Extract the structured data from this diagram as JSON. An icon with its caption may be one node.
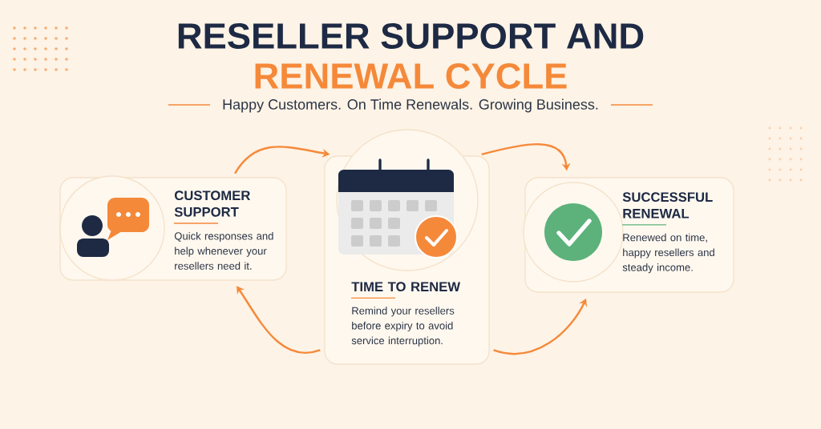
{
  "diagram": {
    "title": "RESELLER SUPPORT AND",
    "nodes": [
      {
        "text": [
          "CUSTOMER SUPPORT",
          "Quick responses and help whenever your resellers need it."
        ]
      },
      {
        "text": [
          "TIME TO RENEW",
          "Remind your resellers before expiry to avoid service interruption."
        ]
      },
      {
        "text": [
          "SUCCESSFUL RENEWAL",
          "Renewed on time, happy resellers and steady income."
        ]
      }
    ],
    "edges": [
      {
        "from": 0,
        "to": 1,
        "arrow": "to"
      },
      {
        "from": 1,
        "to": 2,
        "arrow": "to"
      },
      {
        "from": 1,
        "to": 0,
        "arrow": "to"
      },
      {
        "from": 1,
        "to": 2,
        "arrow": "to"
      }
    ],
    "labels": [
      "RENEWAL CYCLE",
      "Happy Customers. On Time Renewals. Growing Business."
    ]
  }
}
